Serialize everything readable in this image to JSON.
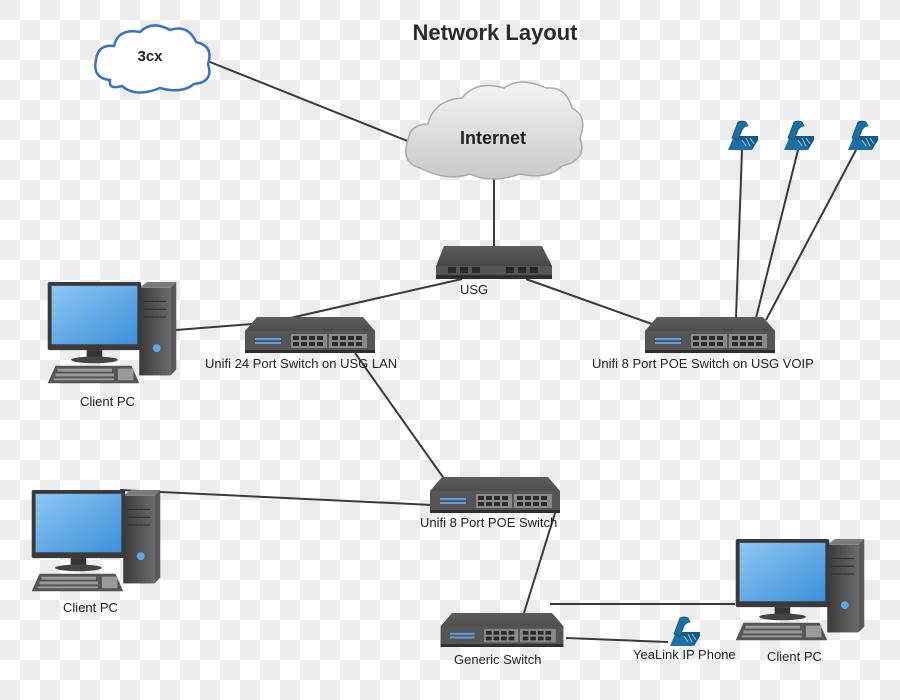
{
  "title": "Network Layout",
  "nodes": {
    "cloud_3cx": {
      "label": "3cx",
      "type": "cloud",
      "icon": "cloud-icon"
    },
    "internet": {
      "label": "Internet",
      "type": "cloud",
      "icon": "cloud-icon"
    },
    "usg": {
      "label": "USG",
      "type": "router",
      "icon": "router-icon"
    },
    "switch_24_lan": {
      "label": "Unifi 24 Port Switch on USG LAN",
      "type": "switch",
      "icon": "switch-icon"
    },
    "switch_poe_voip": {
      "label": "Unifi 8 Port POE Switch on USG VOIP",
      "type": "switch",
      "icon": "switch-icon"
    },
    "switch_poe": {
      "label": "Unifi 8 Port POE Switch",
      "type": "switch",
      "icon": "switch-icon"
    },
    "generic_switch": {
      "label": "Generic Switch",
      "type": "switch",
      "icon": "switch-icon"
    },
    "client_pc_1": {
      "label": "Client PC",
      "type": "pc",
      "icon": "desktop-pc-icon"
    },
    "client_pc_2": {
      "label": "Client PC",
      "type": "pc",
      "icon": "desktop-pc-icon"
    },
    "client_pc_3": {
      "label": "Client PC",
      "type": "pc",
      "icon": "desktop-pc-icon"
    },
    "voip_phone_1": {
      "label": "",
      "type": "phone",
      "icon": "ip-phone-icon"
    },
    "voip_phone_2": {
      "label": "",
      "type": "phone",
      "icon": "ip-phone-icon"
    },
    "voip_phone_3": {
      "label": "",
      "type": "phone",
      "icon": "ip-phone-icon"
    },
    "yealink_phone": {
      "label": "YeaLink IP Phone",
      "type": "phone",
      "icon": "ip-phone-icon"
    }
  },
  "links": [
    [
      "cloud_3cx",
      "internet"
    ],
    [
      "internet",
      "usg"
    ],
    [
      "usg",
      "switch_24_lan"
    ],
    [
      "usg",
      "switch_poe_voip"
    ],
    [
      "switch_24_lan",
      "client_pc_1"
    ],
    [
      "switch_24_lan",
      "switch_poe"
    ],
    [
      "switch_poe",
      "client_pc_2"
    ],
    [
      "switch_poe",
      "generic_switch"
    ],
    [
      "generic_switch",
      "client_pc_3"
    ],
    [
      "generic_switch",
      "yealink_phone"
    ],
    [
      "switch_poe_voip",
      "voip_phone_1"
    ],
    [
      "switch_poe_voip",
      "voip_phone_2"
    ],
    [
      "switch_poe_voip",
      "voip_phone_3"
    ]
  ],
  "colors": {
    "link": "#3a3a3a",
    "cloud_3cx_stroke": "#3a74c0",
    "phone": "#1a6fa3",
    "screen": "#5aa8e8",
    "device": "#4a4a4a"
  }
}
